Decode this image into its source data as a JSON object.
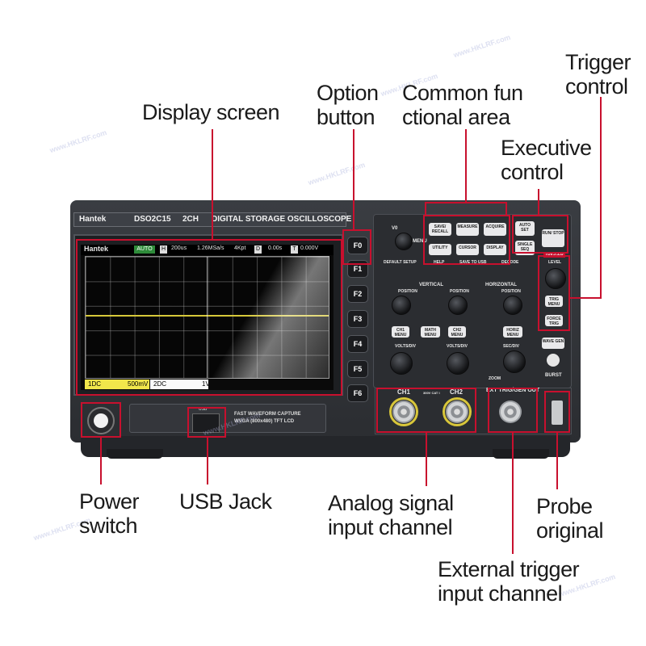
{
  "callouts": {
    "display_screen": "Display screen",
    "option_button_1": "Option",
    "option_button_2": "button",
    "common_area_1": "Common fun",
    "common_area_2": "ctional area",
    "trigger_control_1": "Trigger",
    "trigger_control_2": "control",
    "executive_control_1": "Executive",
    "executive_control_2": "control",
    "power_switch_1": "Power",
    "power_switch_2": "switch",
    "usb_jack": "USB Jack",
    "analog_input_1": "Analog signal",
    "analog_input_2": "input channel",
    "probe_original_1": "Probe",
    "probe_original_2": "original",
    "external_trigger_1": "External trigger",
    "external_trigger_2": "input channel"
  },
  "device": {
    "brand": "Hantek",
    "model": "DSO2C15",
    "channels": "2CH",
    "description": "DIGITAL STORAGE OSCILLOSCOPE",
    "lcd_note_1": "FAST WAVEFORM CAPTURE",
    "lcd_note_2": "WVGA (800x480) TFT LCD",
    "usb_label": "USB"
  },
  "screen": {
    "brand": "Hantek",
    "mode": "AUTO",
    "h_label": "H",
    "timebase": "200us",
    "sample_rate": "1.26MSa/s",
    "memory": "4Kpt",
    "d_label": "D",
    "delay": "0.00s",
    "t_label": "T",
    "trigger_level": "0.000V",
    "ch1": "1DC",
    "ch1_scale": "500mV",
    "ch2": "2DC",
    "ch2_scale": "1V"
  },
  "fkeys": [
    "F0",
    "F1",
    "F2",
    "F3",
    "F4",
    "F5",
    "F6"
  ],
  "panel": {
    "v0": "V0",
    "menu": "MENU",
    "save_recall": "SAVE/ RECALL",
    "measure": "MEASURE",
    "acquire": "ACQUIRE",
    "utility": "UTILITY",
    "cursor": "CURSOR",
    "display": "DISPLAY",
    "auto_set": "AUTO SET",
    "single_seq": "SINGLE SEQ",
    "run_stop": "RUN/ STOP",
    "default_setup": "DEFAULT SETUP",
    "help": "HELP",
    "save_to_usb": "SAVE TO USB",
    "decode": "DECODE",
    "vertical": "VERTICAL",
    "horizontal": "HORIZONTAL",
    "position": "POSITION",
    "position2": "POSITION",
    "position3": "POSITION",
    "ch1_menu": "CH1 MENU",
    "math_menu": "MATH MENU",
    "ch2_menu": "CH2 MENU",
    "horiz_menu": "HORIZ MENU",
    "volts_div": "VOLTS/DIV",
    "volts_div2": "VOLTS/DIV",
    "sec_div": "SEC/DIV",
    "zoom": "ZOOM",
    "trigger": "TRIGGER",
    "level": "LEVEL",
    "trig_menu": "TRIG MENU",
    "force_trig": "FORCE TRIG",
    "wave_gen": "WAVE GEN",
    "burst": "BURST",
    "ch1": "CH1",
    "ch2": "CH2",
    "ext_trig": "EXT TRIG/GEN OUT",
    "cat_rating": "300V CAT I"
  },
  "watermark": "www.HKLRF.com"
}
